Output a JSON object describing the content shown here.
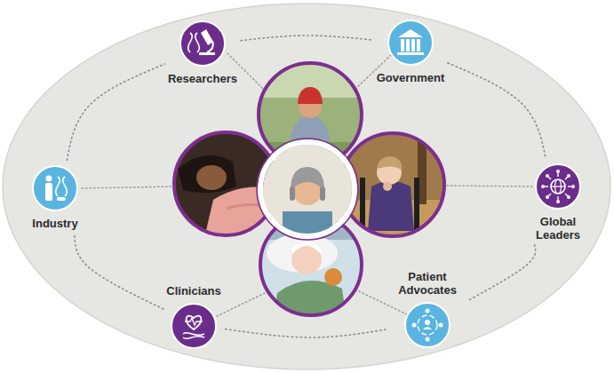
{
  "diagram": {
    "nodes": [
      {
        "text": [
          "Researchers"
        ]
      },
      {
        "text": [
          "Government"
        ]
      },
      {
        "text": [
          "Industry"
        ]
      },
      {
        "text": [
          "Global Leaders"
        ]
      },
      {
        "text": [
          "Clinicians"
        ]
      },
      {
        "text": [
          "Patient Advocates"
        ]
      }
    ],
    "edges": [
      {
        "from": 0,
        "to": 1,
        "arrow": "none"
      },
      {
        "from": 1,
        "to": 3,
        "arrow": "none"
      },
      {
        "from": 3,
        "to": 5,
        "arrow": "none"
      },
      {
        "from": 5,
        "to": 4,
        "arrow": "none"
      },
      {
        "from": 4,
        "to": 2,
        "arrow": "none"
      },
      {
        "from": 2,
        "to": 0,
        "arrow": "none"
      }
    ]
  }
}
